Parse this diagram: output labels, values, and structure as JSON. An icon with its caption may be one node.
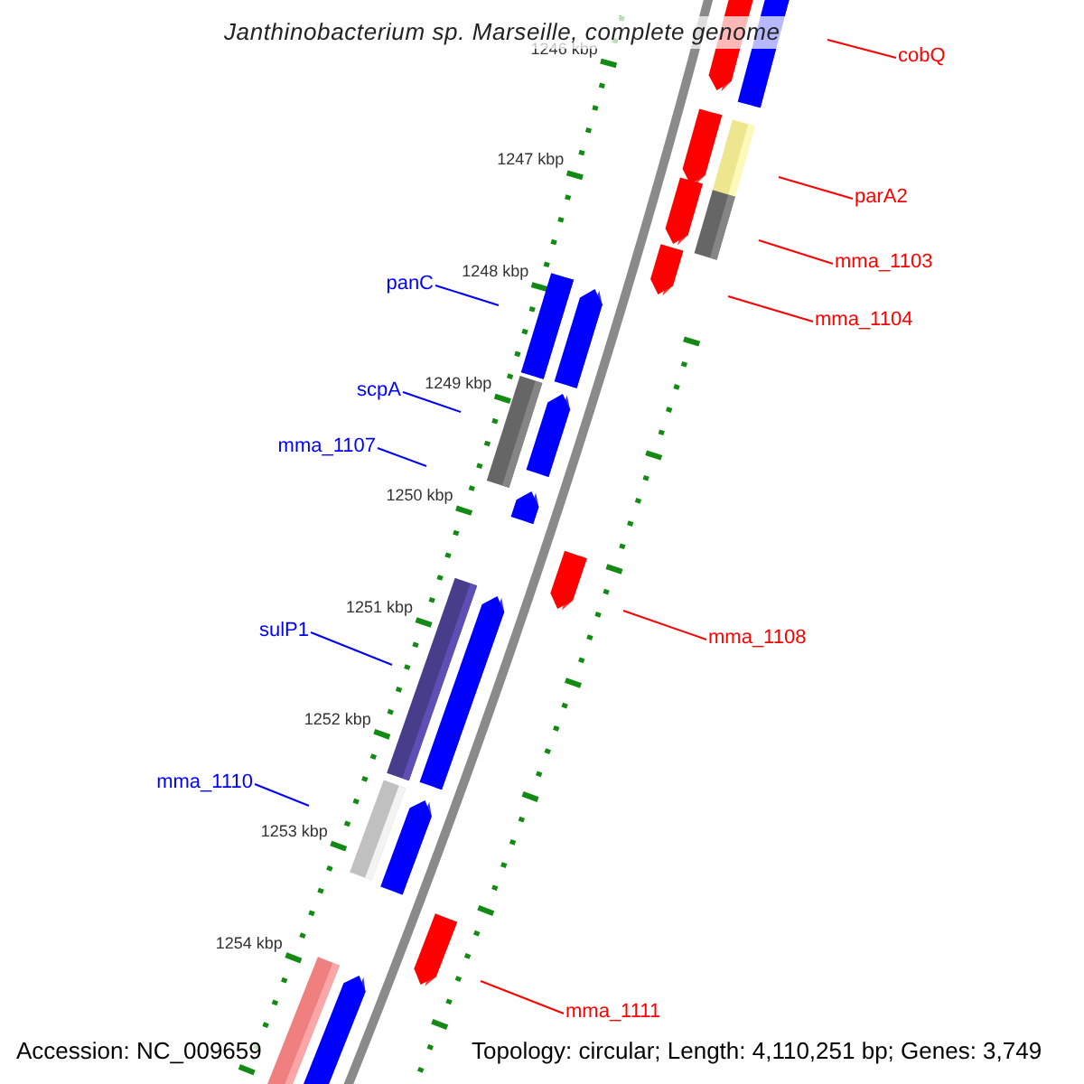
{
  "diagram": {
    "title": "Janthinobacterium sp. Marseille, complete genome",
    "nodes": [
      {
        "text": [
          "cobQ"
        ]
      },
      {
        "text": [
          "parA2"
        ]
      },
      {
        "text": [
          "mma_1103"
        ]
      },
      {
        "text": [
          "panC"
        ]
      },
      {
        "text": [
          "mma_1104"
        ]
      },
      {
        "text": [
          "scpA"
        ]
      },
      {
        "text": [
          "mma_1107"
        ]
      },
      {
        "text": [
          "sulP1"
        ]
      },
      {
        "text": [
          "mma_1108"
        ]
      },
      {
        "text": [
          "mma_1110"
        ]
      },
      {
        "text": [
          "mma_1111"
        ]
      }
    ],
    "edges": [
      {
        "from": 0,
        "to": null,
        "arrow": "none"
      },
      {
        "from": 1,
        "to": null,
        "arrow": "none"
      },
      {
        "from": 2,
        "to": null,
        "arrow": "none"
      },
      {
        "from": 3,
        "to": null,
        "arrow": "none",
        "color": "#0000ff"
      },
      {
        "from": 4,
        "to": null,
        "arrow": "none"
      },
      {
        "from": 5,
        "to": null,
        "arrow": "none",
        "color": "#0000ff"
      },
      {
        "from": 6,
        "to": null,
        "arrow": "none",
        "color": "#0000ff"
      },
      {
        "from": 7,
        "to": null,
        "arrow": "none",
        "color": "#0000ff"
      },
      {
        "from": 8,
        "to": null,
        "arrow": "none"
      },
      {
        "from": 9,
        "to": null,
        "arrow": "none",
        "color": "#0000ff"
      },
      {
        "from": 10,
        "to": null,
        "arrow": "none"
      }
    ],
    "labels": [
      "1246 kbp",
      "1247 kbp",
      "1248 kbp",
      "1249 kbp",
      "1250 kbp",
      "1251 kbp",
      "1252 kbp",
      "1253 kbp",
      "1254 kbp",
      "Accession: NC_009659",
      "Topology: circular; Length: 4,110,251 bp; Genes: 3,749"
    ]
  }
}
